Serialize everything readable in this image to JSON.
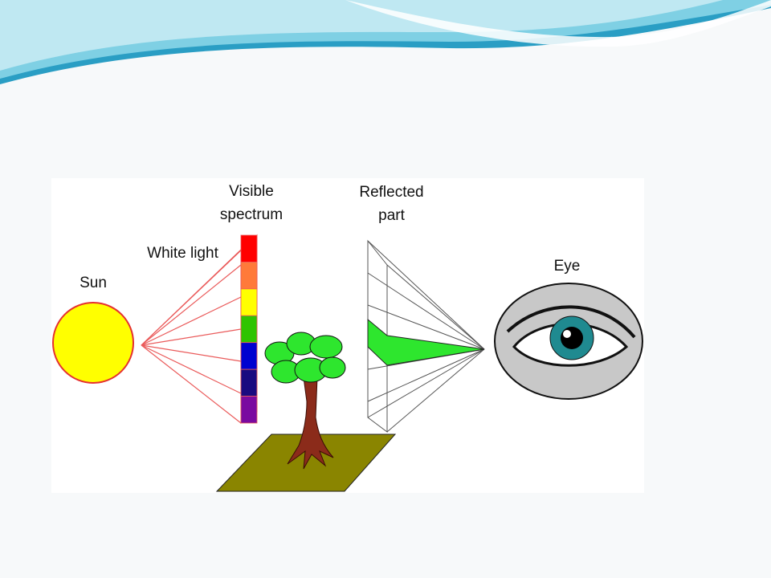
{
  "slide": {
    "theme_colors": {
      "wave_light": "#bfe8f2",
      "wave_mid": "#7fd0e4",
      "wave_dark": "#2a9ec4",
      "background": "#f7f9fa"
    }
  },
  "diagram": {
    "labels": {
      "sun": "Sun",
      "white_light": "White light",
      "visible_spectrum": "Visible\nspectrum",
      "reflected_part": "Reflected\npart",
      "eye": "Eye"
    },
    "spectrum_colors": [
      "#ff0000",
      "#ff7a3a",
      "#ffff00",
      "#2fc400",
      "#0000d0",
      "#1a0a80",
      "#7a0aa0"
    ],
    "colors": {
      "sun_fill": "#ffff00",
      "sun_stroke": "#e53030",
      "light_rays": "#ea5a5a",
      "reflected_beam": "#2ee62e",
      "tree_foliage": "#2ee62e",
      "tree_trunk": "#8b2b1a",
      "ground": "#8a8500",
      "eye_disc": "#c8c8c8",
      "iris": "#1f8a90"
    }
  }
}
